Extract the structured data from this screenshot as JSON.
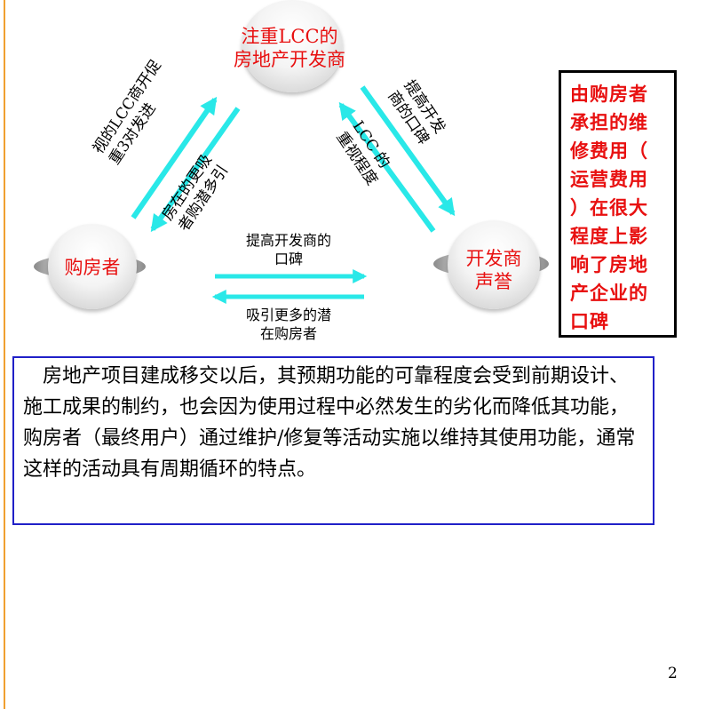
{
  "nodes": {
    "top": {
      "label": "注重LCC的\n房地产开发商"
    },
    "left": {
      "label": "购房者"
    },
    "right": {
      "label": "开发商\n声誉"
    }
  },
  "arrow_labels": {
    "left_outer": "视的LCC商开促\n重3对发进",
    "left_inner": "房在的更吸\n者购潜多引",
    "right_outer": "提高开发\n商的口碑",
    "right_inner": "LCC 的\n重视程度",
    "bottom_top": "提高开发商的\n口碑",
    "bottom_bottom": "吸引更多的潜\n在购房者"
  },
  "note": {
    "text": "由购房者\n承担的维\n修费用（\n运营费用\n）在很大\n程度上影\n响了房地\n产企业的\n口碑"
  },
  "paragraph": {
    "text": "　房地产项目建成移交以后，其预期功能的可靠程度会受到前期设计、施工成果的制约，也会因为使用过程中必然发生的劣化而降低其功能，购房者（最终用户）通过维护/修复等活动实施以维持其使用功能，通常这样的活动具有周期循环的特点。"
  },
  "page": {
    "number": "2"
  },
  "colors": {
    "arrow": "#29e8e8",
    "node_text": "#e81010",
    "note_border": "#000000",
    "para_border": "#2020c8"
  }
}
